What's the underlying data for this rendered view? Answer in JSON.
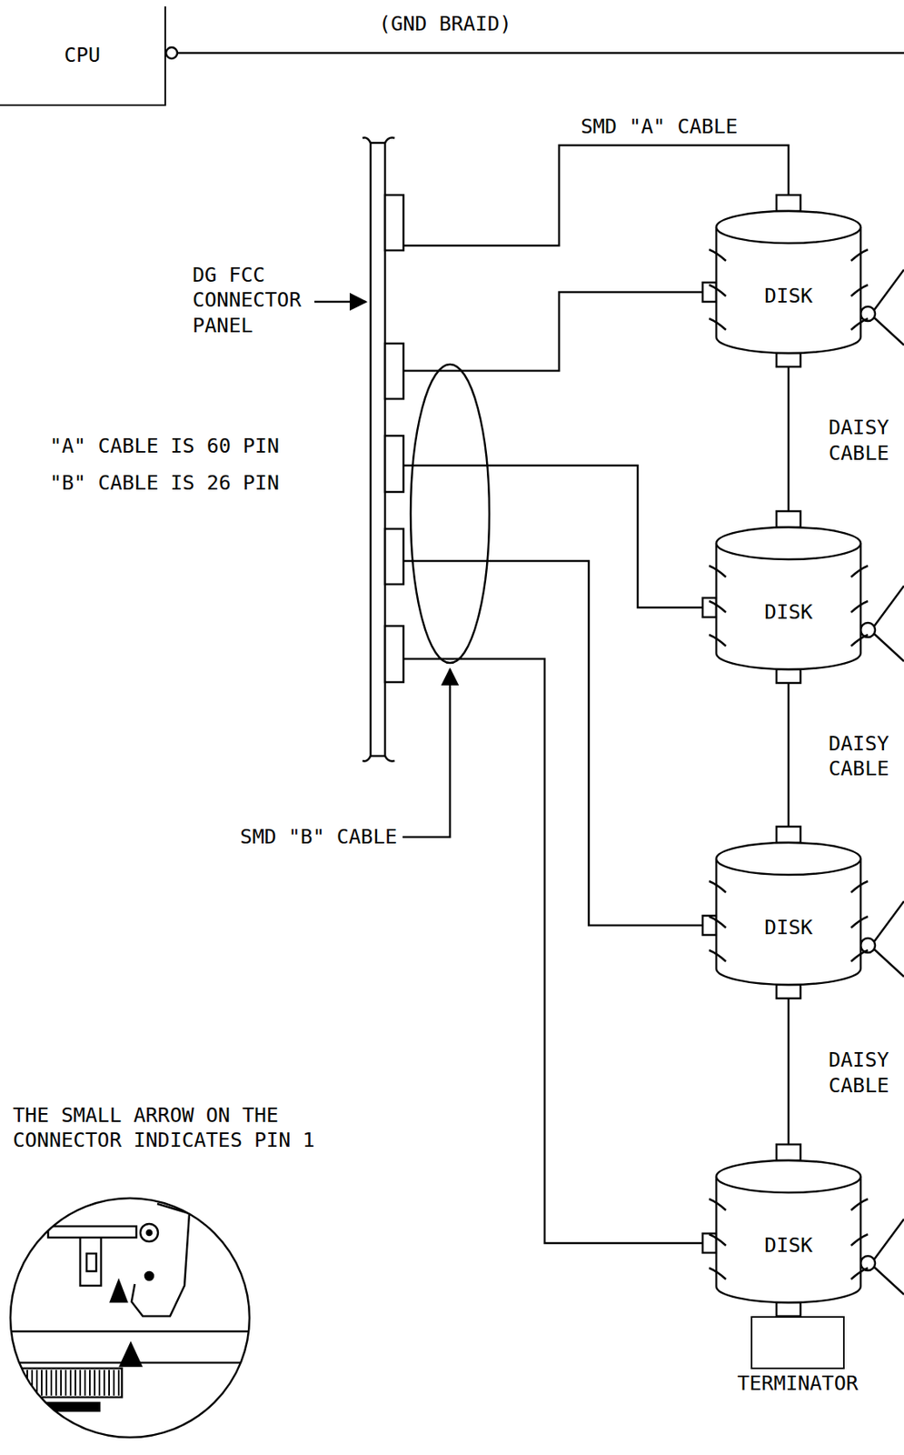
{
  "diagram": {
    "nodes": [
      {
        "text": [
          "CPU"
        ]
      },
      {
        "text": [
          "DISK"
        ]
      },
      {
        "text": [
          "DISK"
        ]
      },
      {
        "text": [
          "DISK"
        ]
      },
      {
        "text": [
          "DISK"
        ]
      },
      {
        "text": [
          "TERMINATOR"
        ]
      }
    ],
    "edges": [
      {
        "from": 1,
        "to": 2,
        "arrow": "none",
        "label": "DAISY CABLE"
      },
      {
        "from": 2,
        "to": 3,
        "arrow": "none",
        "label": "DAISY CABLE"
      },
      {
        "from": 3,
        "to": 4,
        "arrow": "none",
        "label": "DAISY CABLE"
      },
      {
        "from": 4,
        "to": 5,
        "arrow": "none"
      }
    ],
    "labels": [
      "(GND BRAID)",
      "SMD \"A\" CABLE",
      "DG FCC CONNECTOR PANEL",
      "\"A\" CABLE IS 60 PIN",
      "\"B\" CABLE IS 26 PIN",
      "SMD \"B\" CABLE",
      "THE SMALL ARROW ON THE CONNECTOR INDICATES PIN 1"
    ]
  }
}
